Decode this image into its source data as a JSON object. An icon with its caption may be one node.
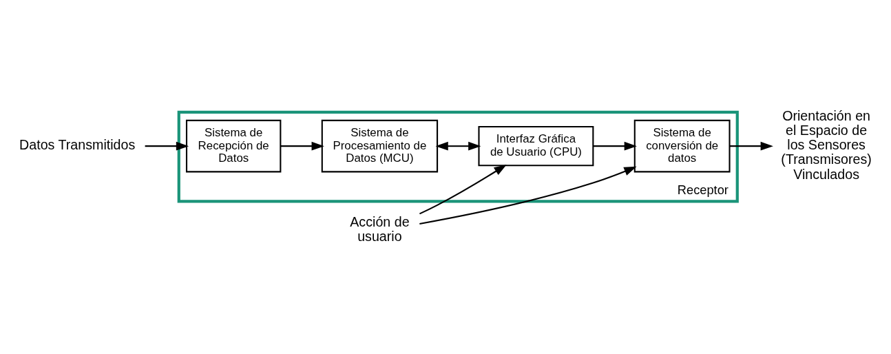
{
  "diagram": {
    "nodes": [
      {
        "text": [
          "Receptor"
        ]
      },
      {
        "text": [
          "Datos Transmitidos"
        ]
      },
      {
        "text": [
          "Sistema de Recepción de Datos"
        ],
        "in": 0
      },
      {
        "text": [
          "Sistema de Procesamiento de Datos (MCU)"
        ],
        "in": 0
      },
      {
        "text": [
          "Interfaz Gráfica de Usuario (CPU)"
        ],
        "in": 0
      },
      {
        "text": [
          "Sistema de conversión de datos"
        ],
        "in": 0
      },
      {
        "text": [
          "Orientación en el Espacio de los Sensores (Transmisores) Vinculados"
        ]
      },
      {
        "text": [
          "Acción de usuario"
        ]
      }
    ],
    "edges": [
      {
        "from": 1,
        "to": 2,
        "arrow": "to"
      },
      {
        "from": 2,
        "to": 3,
        "arrow": "to"
      },
      {
        "from": 3,
        "to": 4,
        "arrow": "both"
      },
      {
        "from": 4,
        "to": 5,
        "arrow": "to"
      },
      {
        "from": 5,
        "to": 6,
        "arrow": "to"
      },
      {
        "from": 7,
        "to": 4,
        "arrow": "to"
      },
      {
        "from": 7,
        "to": 5,
        "arrow": "to"
      }
    ]
  }
}
